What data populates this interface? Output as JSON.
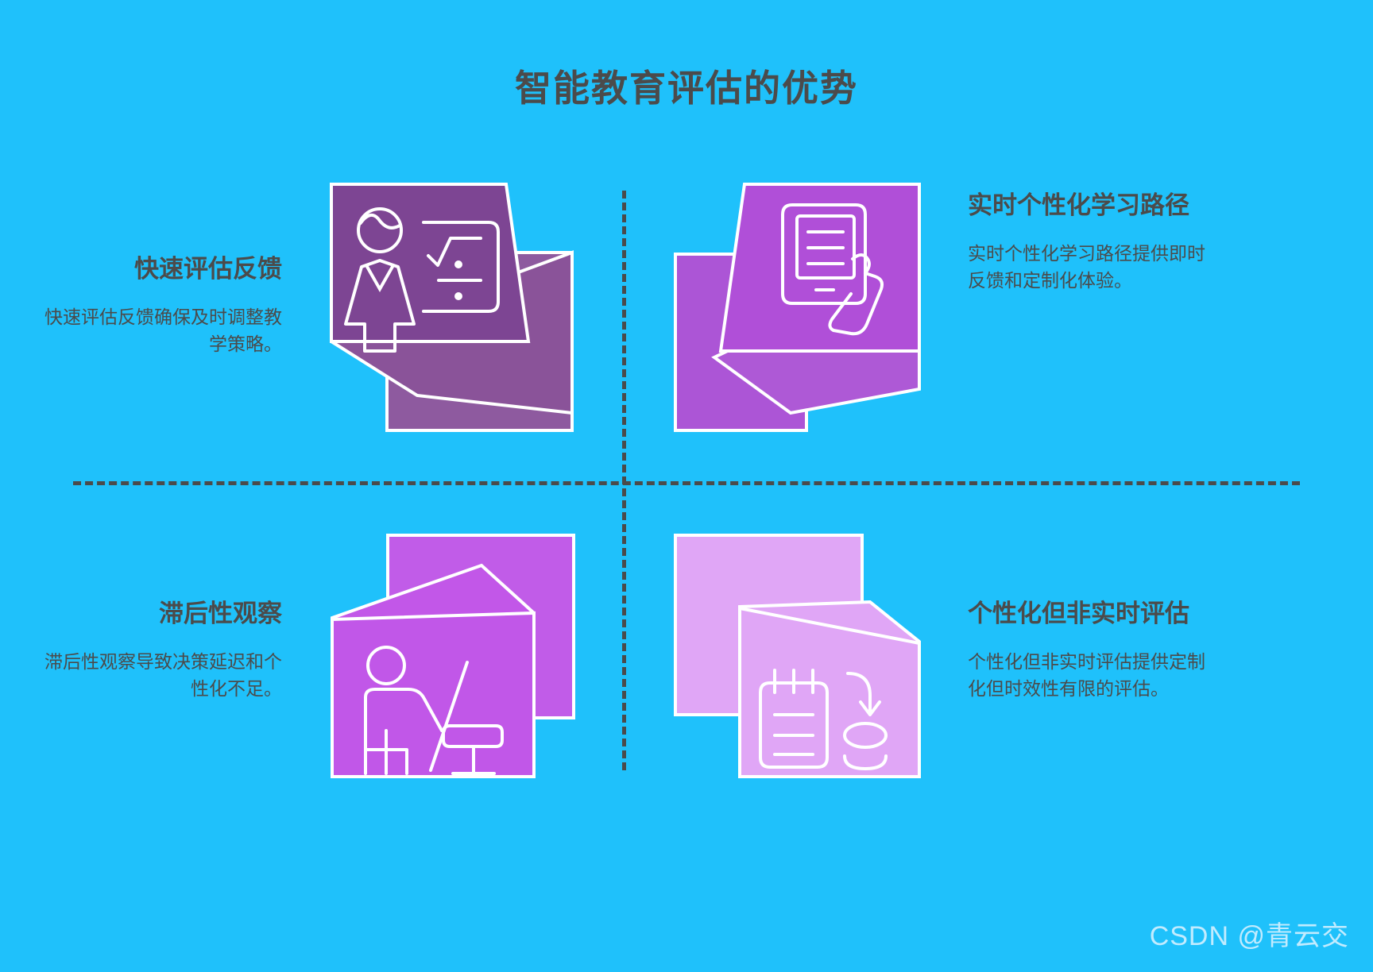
{
  "title": "智能教育评估的优势",
  "colors": {
    "background": "#1FC1FB",
    "text": "#4B4B4B",
    "stroke": "#FFFFFF",
    "panel_top_left": "#7D4593",
    "panel_top_left_back": "#8E5A9F",
    "panel_top_right": "#B04FD8",
    "panel_top_right_back": "#AC55D6",
    "panel_bottom_left": "#C157E8",
    "panel_bottom_left_back": "#C15CE8",
    "panel_bottom_right": "#E0A6F6",
    "panel_bottom_right_back": "#E0A6F6",
    "watermark": "#CFEFFF"
  },
  "quadrants": [
    {
      "id": "top-left",
      "heading": "快速评估反馈",
      "body": "快速评估反馈确保及时调整教学策略。",
      "icon": "teacher-chalkboard-icon"
    },
    {
      "id": "top-right",
      "heading": "实时个性化学习路径",
      "body": "实时个性化学习路径提供即时反馈和定制化体验。",
      "icon": "tablet-hand-icon"
    },
    {
      "id": "bottom-left",
      "heading": "滞后性观察",
      "body": "滞后性观察导致决策延迟和个性化不足。",
      "icon": "person-pointer-easel-icon"
    },
    {
      "id": "bottom-right",
      "heading": "个性化但非实时评估",
      "body": "个性化但非实时评估提供定制化但时效性有限的评估。",
      "icon": "notepad-clock-icon"
    }
  ],
  "watermark": "CSDN @青云交"
}
